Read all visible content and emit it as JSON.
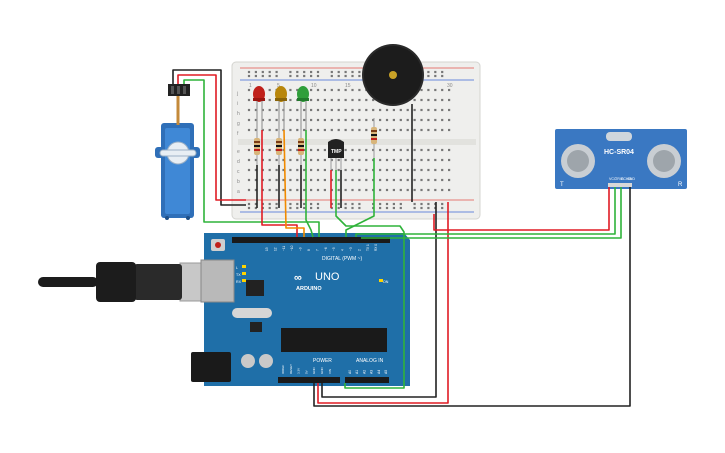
{
  "board": {
    "brand": "ARDUINO",
    "model": "UNO",
    "digital_label": "DIGITAL (PWM ~)",
    "power_label": "POWER",
    "analog_label": "ANALOG IN",
    "aref": "AREF",
    "gnd": "GND",
    "tx": "TX",
    "rx": "RX",
    "l": "L",
    "on": "ON",
    "digital_pins": [
      "13",
      "12",
      "~11",
      "~10",
      "~9",
      "8",
      "7",
      "~6",
      "~5",
      "4",
      "~3",
      "2",
      "TX 1",
      "RX 0"
    ],
    "power_pins": [
      "IOREF",
      "RESET",
      "3.3V",
      "5V",
      "GND",
      "GND",
      "VIN"
    ],
    "analog_pins": [
      "A0",
      "A1",
      "A2",
      "A3",
      "A4",
      "A5"
    ]
  },
  "sensor": {
    "model": "HC-SR04",
    "pins": [
      "VCC",
      "TRIG",
      "ECHO",
      "GND"
    ],
    "left_mark": "T",
    "right_mark": "R"
  },
  "temp_sensor": {
    "label": "TMP"
  },
  "breadboard": {
    "row_letters_top": [
      "j",
      "i",
      "h",
      "g",
      "f"
    ],
    "row_letters_bottom": [
      "e",
      "d",
      "c",
      "b",
      "a"
    ],
    "column_numbers": [
      "1",
      "5",
      "10",
      "15",
      "20",
      "25",
      "30"
    ]
  },
  "colors": {
    "wire_red": "#e01b24",
    "wire_black": "#222222",
    "wire_green": "#2fb33a",
    "wire_orange": "#f08a00",
    "board_blue": "#1f6fa8",
    "sensor_blue": "#3a78c2",
    "led_red": "#c0201a",
    "led_yellow": "#b8860b",
    "led_green": "#2f9e3a"
  }
}
